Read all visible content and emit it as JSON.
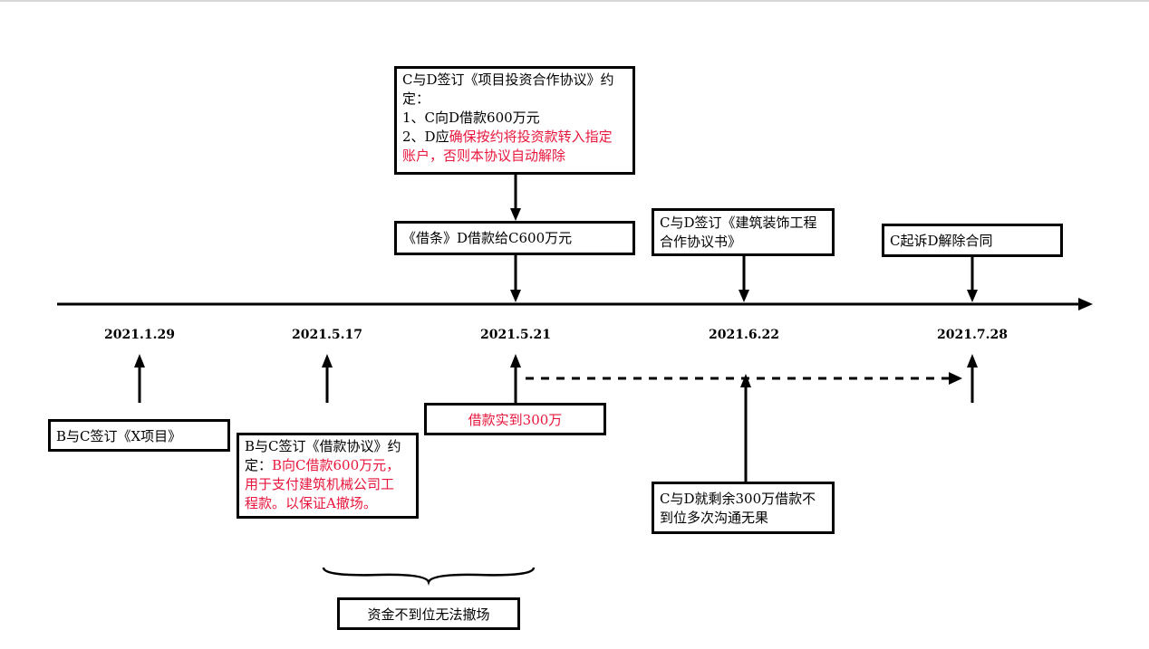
{
  "colors": {
    "red": "#e8163c",
    "black": "#000000"
  },
  "dates": [
    "2021.1.29",
    "2021.5.17",
    "2021.5.21",
    "2021.6.22",
    "2021.7.28"
  ],
  "top_boxes": {
    "agreement": {
      "line1": "C与D签订《项目投资合作协议》约",
      "line2": "定：",
      "line3": "1、C向D借款600万元",
      "line4_black": "2、D应",
      "line4_red": "确保按约将投资款转入指定",
      "line5_red": "账户，否则本协议自动解除"
    },
    "iou": "《借条》D借款给C600万元",
    "decoration": {
      "line1": "C与D签订《建筑装饰工程",
      "line2": "合作协议书》"
    },
    "lawsuit": "C起诉D解除合同"
  },
  "bottom_boxes": {
    "x_project": "B与C签订《X项目》",
    "loan": {
      "line1": "B与C签订《借款协议》约",
      "line2_black": "定：",
      "line2_red": "B向C借款600万元，",
      "line3_red": "用于支付建筑机械公司工",
      "line4_red": "程款。以保证A撤场。"
    },
    "arrived": "借款实到300万",
    "remaining": {
      "line1": "C与D就剩余300万借款不",
      "line2": "到位多次沟通无果"
    },
    "summary": "资金不到位无法撤场"
  }
}
